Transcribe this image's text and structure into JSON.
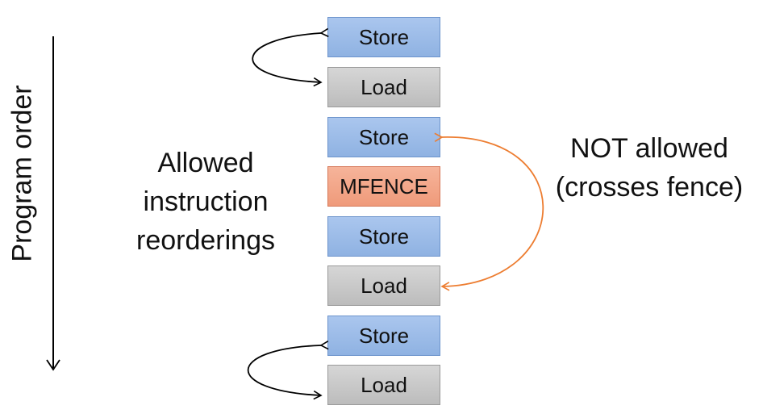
{
  "axis": {
    "label": "Program order"
  },
  "blocks": [
    {
      "label": "Store",
      "kind": "store"
    },
    {
      "label": "Load",
      "kind": "load"
    },
    {
      "label": "Store",
      "kind": "store"
    },
    {
      "label": "MFENCE",
      "kind": "fence"
    },
    {
      "label": "Store",
      "kind": "store"
    },
    {
      "label": "Load",
      "kind": "load"
    },
    {
      "label": "Store",
      "kind": "store"
    },
    {
      "label": "Load",
      "kind": "load"
    }
  ],
  "allowed_caption": {
    "line1": "Allowed",
    "line2": "instruction",
    "line3": "reorderings"
  },
  "not_allowed_caption": {
    "line1": "NOT allowed",
    "line2": "(crosses fence)"
  },
  "colors": {
    "store": "#9dbce8",
    "load": "#c9c9c9",
    "fence": "#f2a486",
    "allowed_arrow": "#000000",
    "not_allowed_arrow": "#ed7d31"
  }
}
